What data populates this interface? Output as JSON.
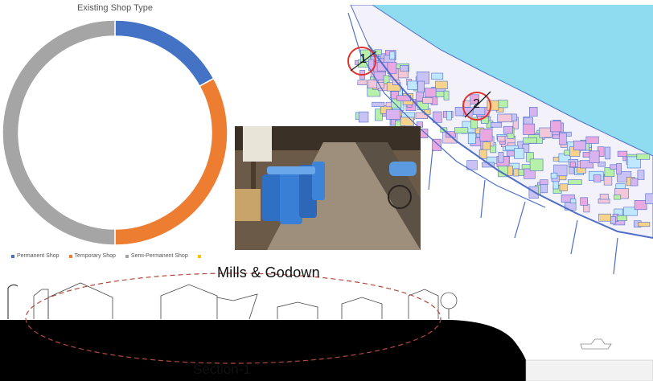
{
  "chart_data": {
    "type": "pie",
    "title": "Existing Shop Type",
    "categories": [
      "Permanent Shop",
      "Temporary Shop",
      "Semi-Permanent Shop",
      ""
    ],
    "values": [
      17,
      33,
      50,
      0
    ],
    "colors": [
      "#4472C4",
      "#ED7D31",
      "#A5A5A5",
      "#FFC000"
    ],
    "donut": true,
    "legend_position": "bottom"
  },
  "map": {
    "marker_1": "1",
    "marker_2": "2",
    "colors": {
      "water": "#8fdcf0",
      "outline": "#4f6fc7",
      "marker": "#e3322b"
    }
  },
  "photo": {
    "subject": "sacks-on-street-photo"
  },
  "section": {
    "title": "Section-1",
    "annotation": "Mills & Godown",
    "colors": {
      "ground": "#000000",
      "ellipse": "#b24a3c"
    }
  }
}
